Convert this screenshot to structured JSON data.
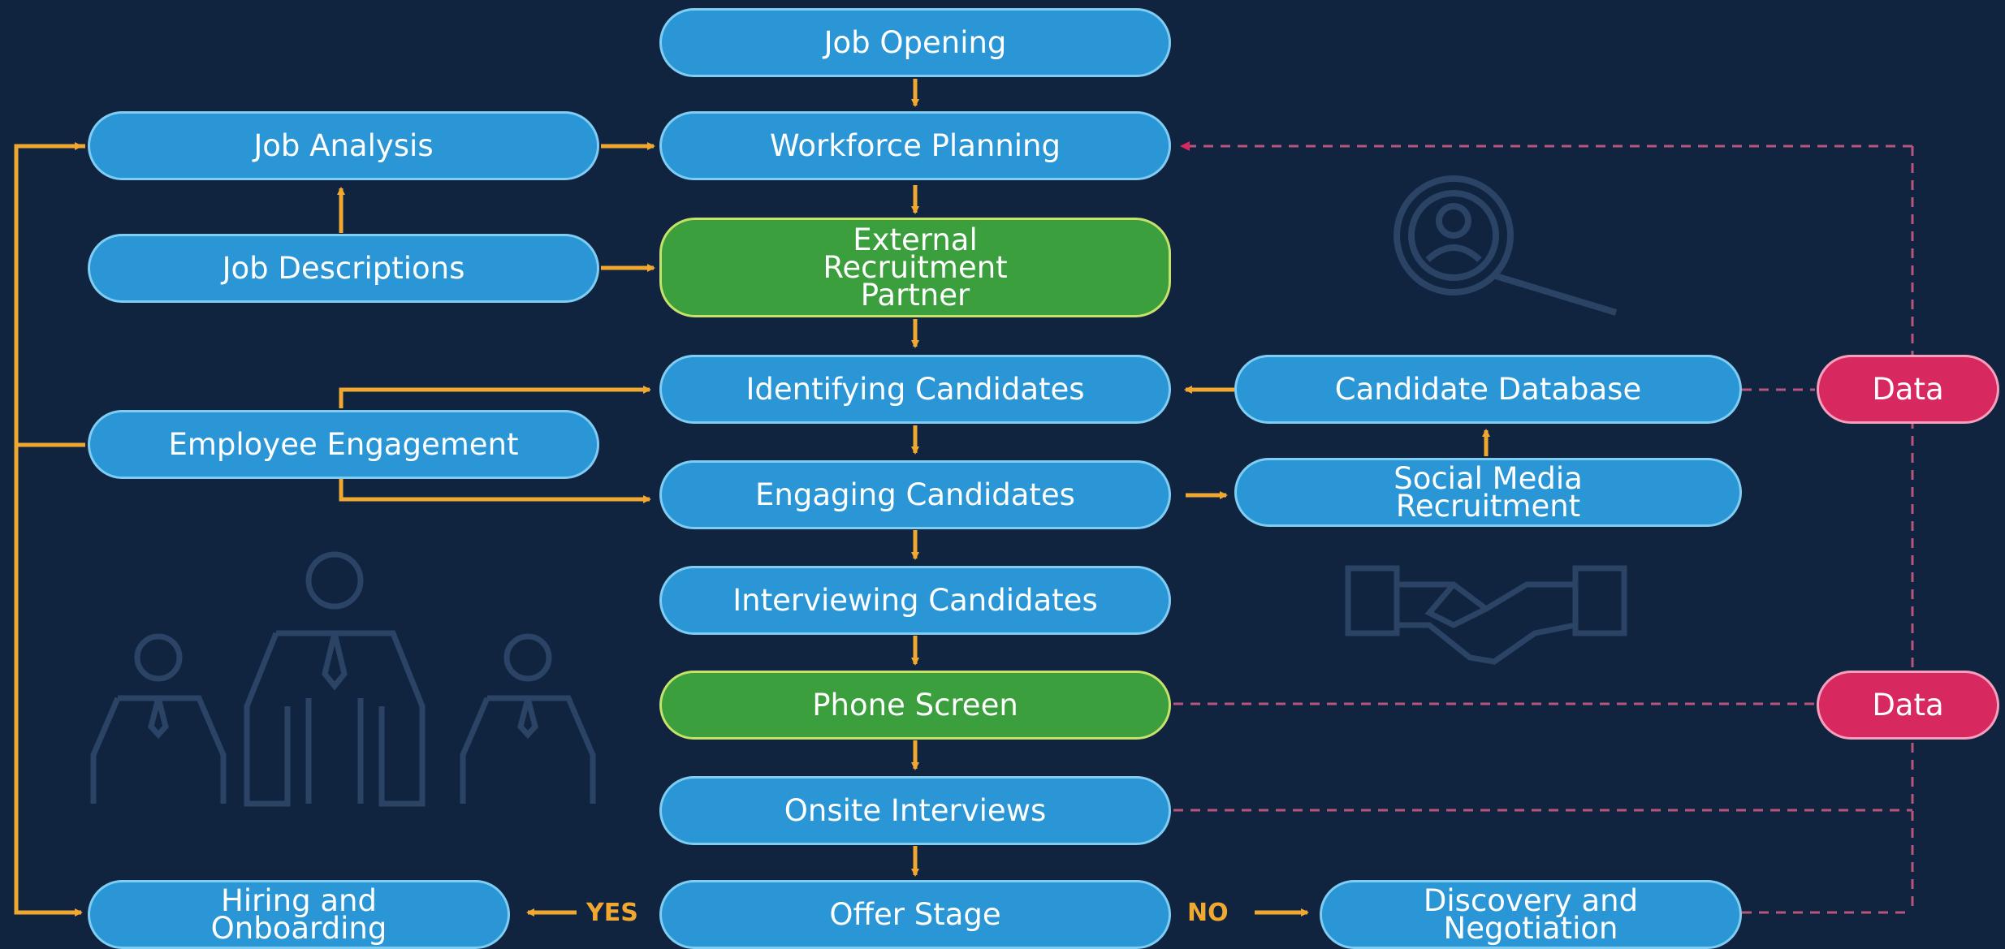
{
  "nodes": {
    "job_opening": "Job Opening",
    "job_analysis": "Job Analysis",
    "workforce_planning": "Workforce Planning",
    "job_descriptions": "Job Descriptions",
    "external_recruitment_partner": "External\nRecruitment\nPartner",
    "identifying_candidates": "Identifying Candidates",
    "candidate_database": "Candidate Database",
    "data_top": "Data",
    "employee_engagement": "Employee Engagement",
    "engaging_candidates": "Engaging Candidates",
    "social_media_recruitment": "Social Media\nRecruitment",
    "interviewing_candidates": "Interviewing Candidates",
    "phone_screen": "Phone Screen",
    "data_bottom": "Data",
    "onsite_interviews": "Onsite Interviews",
    "hiring_and_onboarding": "Hiring and\nOnboarding",
    "offer_stage": "Offer Stage",
    "discovery_and_negotiation": "Discovery and\nNegotiation"
  },
  "branches": {
    "yes": "YES",
    "no": "NO"
  },
  "colors": {
    "background": "#10233f",
    "node_blue": "#2a96d6",
    "node_green": "#3a9f3c",
    "node_data": "#d7285f",
    "arrow": "#f0a830",
    "dashed": "#b8557e"
  },
  "icons": [
    "search-person-icon",
    "handshake-icon",
    "family-icon"
  ]
}
